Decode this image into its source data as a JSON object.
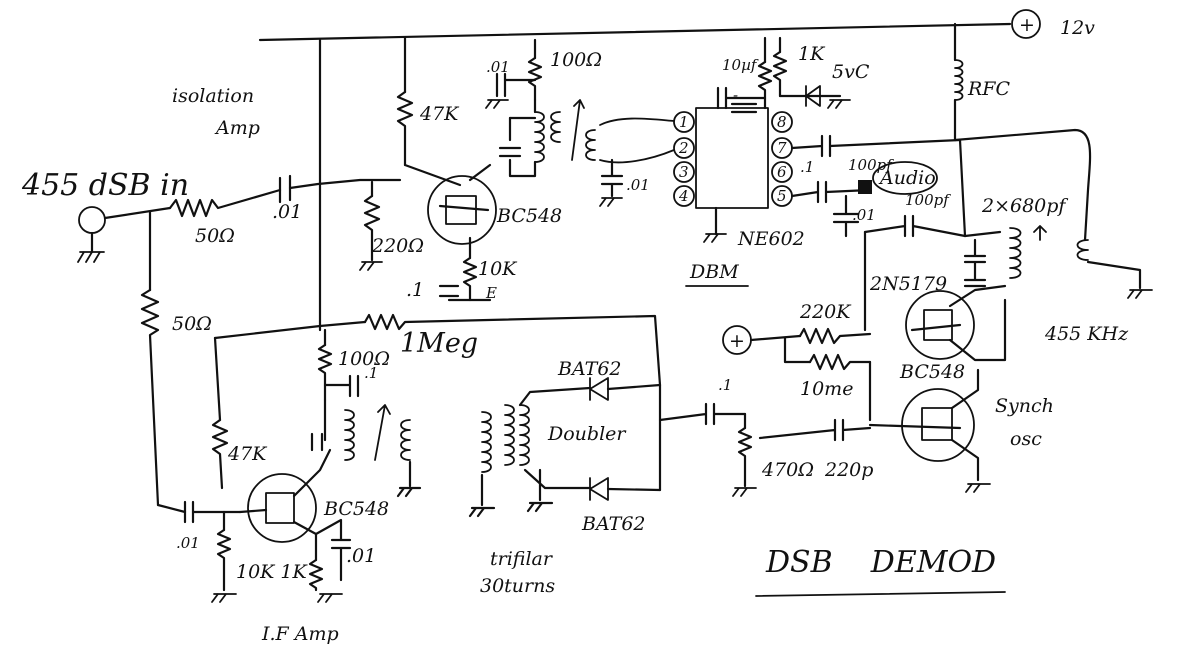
{
  "labels": {
    "supply": "12v",
    "isolation_amp": [
      "isolation",
      "Amp"
    ],
    "input": "455 dSB in",
    "r_in": "50Ω",
    "r_in2": "50Ω",
    "c_in": ".01",
    "q1_r_top": "47K",
    "q1_c_dec": ".01",
    "q1_r_load": "100Ω",
    "q1_r_bias": "220Ω",
    "q1_cap_e": ".1",
    "q1_r_e": "10K",
    "q1": "BC548",
    "mix_c1": ".01",
    "mix_c_supply": "10µf",
    "mix_r_supply": "1K",
    "zener": "5vC",
    "mixer": "NE602",
    "mixer_block": "DBM",
    "pin1": "1",
    "pin2": "2",
    "pin3": "3",
    "pin4": "4",
    "pin5": "5",
    "pin6": "6",
    "pin7": "7",
    "pin8": "8",
    "mix_c_out": ".1",
    "audio_cap1": "100pf",
    "audio_cap2": "100pf",
    "audio_c_gnd": ".01",
    "audio": "Audio",
    "rfc": "RFC",
    "osc_caps": "2×680pf",
    "osc_q": "2N5179",
    "osc_r_bias": "220K",
    "osc_r_feedback": "10me",
    "freq": "455 KHz",
    "plus": "+",
    "fb_res": "1Meg",
    "if_r_load": "100Ω",
    "if_c_dec": ".1",
    "if_r_bias": "47K",
    "if_c_in": ".01",
    "if_r_e": "10K 1K",
    "if_c_e": ".01",
    "if_q": "BC548",
    "if_amp": "I.F Amp",
    "trifilar": [
      "trifilar",
      "30turns"
    ],
    "doubler": "Doubler",
    "diode_top": "BAT62",
    "diode_bot": "BAT62",
    "dbl_c_out": ".1",
    "r_470": "470Ω",
    "c_220": "220p",
    "sync_q": "BC548",
    "sync_osc": [
      "Synch",
      "osc"
    ],
    "title": "DSB    DEMOD"
  }
}
